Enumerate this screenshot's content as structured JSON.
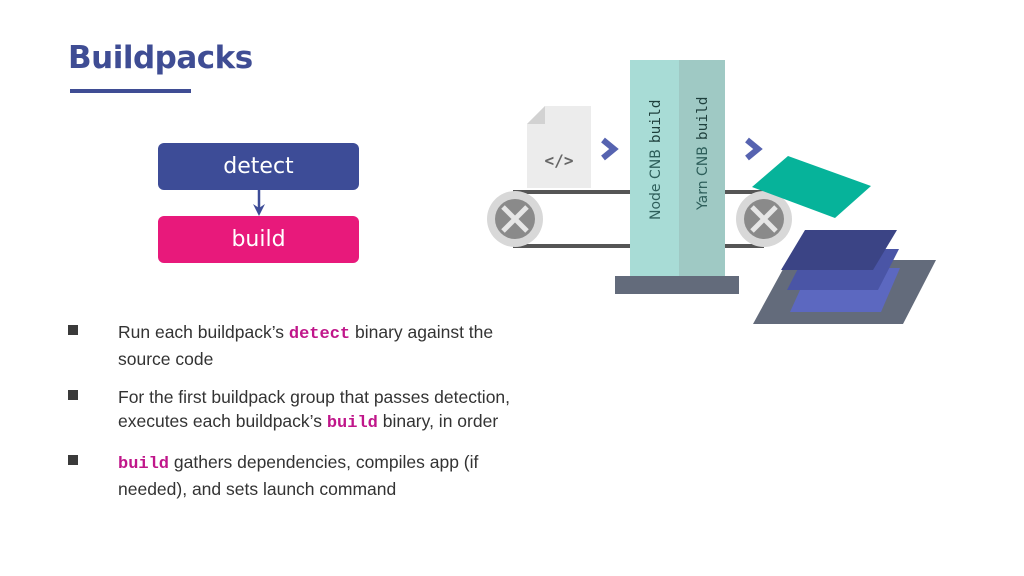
{
  "slide": {
    "title": "Buildpacks"
  },
  "stages": {
    "detect": "detect",
    "build": "build",
    "colors": {
      "detect": "#3d4c97",
      "build": "#e8197b"
    }
  },
  "bullets": [
    {
      "before": "Run each buildpack’s ",
      "code": "detect",
      "after": " binary against the source code"
    },
    {
      "before": "For the first buildpack group that passes detection, executes each buildpack’s ",
      "code": "build",
      "after": " binary, in order"
    },
    {
      "before": "",
      "code": "build",
      "after": " gathers dependencies, compiles app (if needed), and sets launch command"
    }
  ],
  "diagram": {
    "file_tag": "</>",
    "pillars": [
      {
        "name": "Node CNB",
        "code": "build",
        "color": "#a8dcd6"
      },
      {
        "name": "Yarn CNB",
        "code": "build",
        "color": "#9fc9c4"
      }
    ],
    "icons": {
      "file": "source-file-icon",
      "arrows": "chevron-right-icon",
      "wheels": "conveyor-wheel-icon",
      "output": "image-layers-icon"
    },
    "colors": {
      "accent": "#5663b0",
      "belt": "#555555",
      "output_top": "#06b39a",
      "layers": [
        "#3b4485",
        "#4a55a6",
        "#5c68c0"
      ],
      "base": "#636b7b"
    }
  }
}
